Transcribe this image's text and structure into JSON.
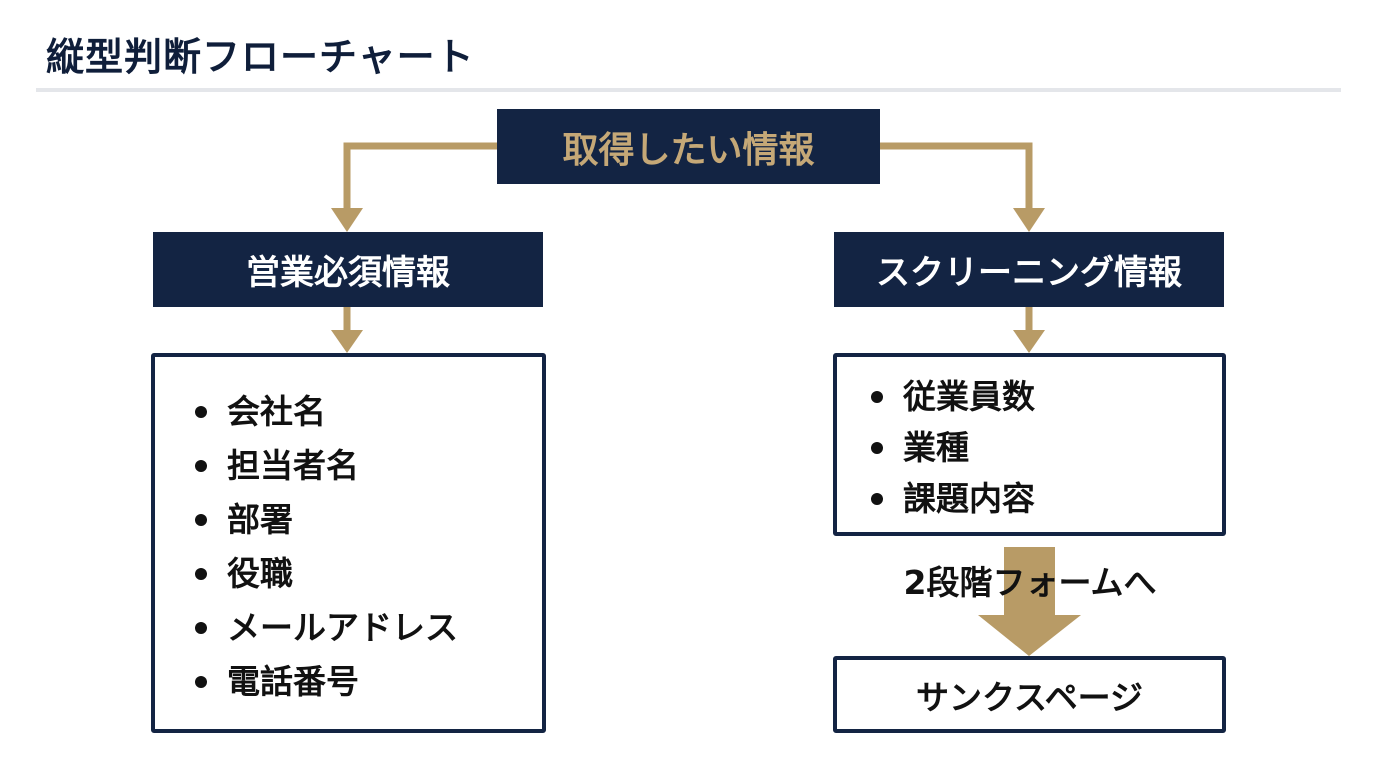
{
  "title": "縦型判断フローチャート",
  "colors": {
    "navy": "#132443",
    "gold": "#b89b66",
    "root_text": "#c5a877",
    "divider": "#e4e6ea"
  },
  "root": {
    "label": "取得したい情報"
  },
  "branches": {
    "sales": {
      "label": "営業必須情報",
      "items": [
        "会社名",
        "担当者名",
        "部署",
        "役職",
        "メールアドレス",
        "電話番号"
      ]
    },
    "screening": {
      "label": "スクリーニング情報",
      "items": [
        "従業員数",
        "業種",
        "課題内容"
      ]
    }
  },
  "next_step": {
    "label": "2段階フォームへ"
  },
  "final": {
    "label": "サンクスページ"
  }
}
